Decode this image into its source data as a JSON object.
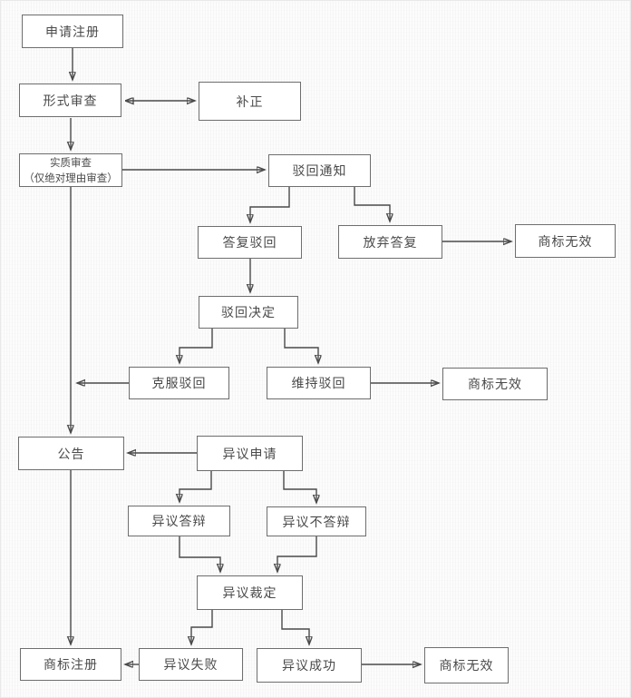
{
  "diagram_type": "flowchart",
  "colors": {
    "background": "#fcfcfc",
    "node_fill": "#ffffff",
    "node_border": "#6e6e6e",
    "line": "#4a4a4a",
    "text": "#4a4a4a"
  },
  "nodes": [
    {
      "id": "apply-registration",
      "label": "申请注册"
    },
    {
      "id": "formal-examination",
      "label": "形式审查"
    },
    {
      "id": "correction",
      "label": "补正"
    },
    {
      "id": "substantive-examination",
      "label": "实质审查",
      "sublabel": "（仅绝对理由审查）"
    },
    {
      "id": "rejection-notice",
      "label": "驳回通知"
    },
    {
      "id": "reply-to-rejection",
      "label": "答复驳回"
    },
    {
      "id": "abandon-reply",
      "label": "放弃答复"
    },
    {
      "id": "trademark-invalid-top",
      "label": "商标无效"
    },
    {
      "id": "rejection-decision",
      "label": "驳回决定"
    },
    {
      "id": "overcome-rejection",
      "label": "克服驳回"
    },
    {
      "id": "maintain-rejection",
      "label": "维持驳回"
    },
    {
      "id": "trademark-invalid-mid",
      "label": "商标无效"
    },
    {
      "id": "announcement",
      "label": "公告"
    },
    {
      "id": "opposition-application",
      "label": "异议申请"
    },
    {
      "id": "opposition-defense",
      "label": "异议答辩"
    },
    {
      "id": "opposition-no-defense",
      "label": "异议不答辩"
    },
    {
      "id": "opposition-ruling",
      "label": "异议裁定"
    },
    {
      "id": "trademark-registered",
      "label": "商标注册"
    },
    {
      "id": "opposition-failed",
      "label": "异议失败"
    },
    {
      "id": "opposition-succeeded",
      "label": "异议成功"
    },
    {
      "id": "trademark-invalid-bottom",
      "label": "商标无效"
    }
  ],
  "edges": [
    {
      "from": "apply-registration",
      "to": "formal-examination"
    },
    {
      "from": "formal-examination",
      "to": "correction",
      "bidirectional": true
    },
    {
      "from": "formal-examination",
      "to": "substantive-examination"
    },
    {
      "from": "substantive-examination",
      "to": "rejection-notice"
    },
    {
      "from": "substantive-examination",
      "to": "announcement"
    },
    {
      "from": "rejection-notice",
      "to": "reply-to-rejection"
    },
    {
      "from": "rejection-notice",
      "to": "abandon-reply"
    },
    {
      "from": "abandon-reply",
      "to": "trademark-invalid-top"
    },
    {
      "from": "reply-to-rejection",
      "to": "rejection-decision"
    },
    {
      "from": "rejection-decision",
      "to": "overcome-rejection"
    },
    {
      "from": "rejection-decision",
      "to": "maintain-rejection"
    },
    {
      "from": "overcome-rejection",
      "to": "announcement"
    },
    {
      "from": "maintain-rejection",
      "to": "trademark-invalid-mid"
    },
    {
      "from": "opposition-application",
      "to": "announcement"
    },
    {
      "from": "announcement",
      "to": "trademark-registered"
    },
    {
      "from": "opposition-application",
      "to": "opposition-defense"
    },
    {
      "from": "opposition-application",
      "to": "opposition-no-defense"
    },
    {
      "from": "opposition-defense",
      "to": "opposition-ruling"
    },
    {
      "from": "opposition-no-defense",
      "to": "opposition-ruling"
    },
    {
      "from": "opposition-ruling",
      "to": "opposition-failed"
    },
    {
      "from": "opposition-ruling",
      "to": "opposition-succeeded"
    },
    {
      "from": "opposition-failed",
      "to": "trademark-registered"
    },
    {
      "from": "opposition-succeeded",
      "to": "trademark-invalid-bottom"
    }
  ]
}
